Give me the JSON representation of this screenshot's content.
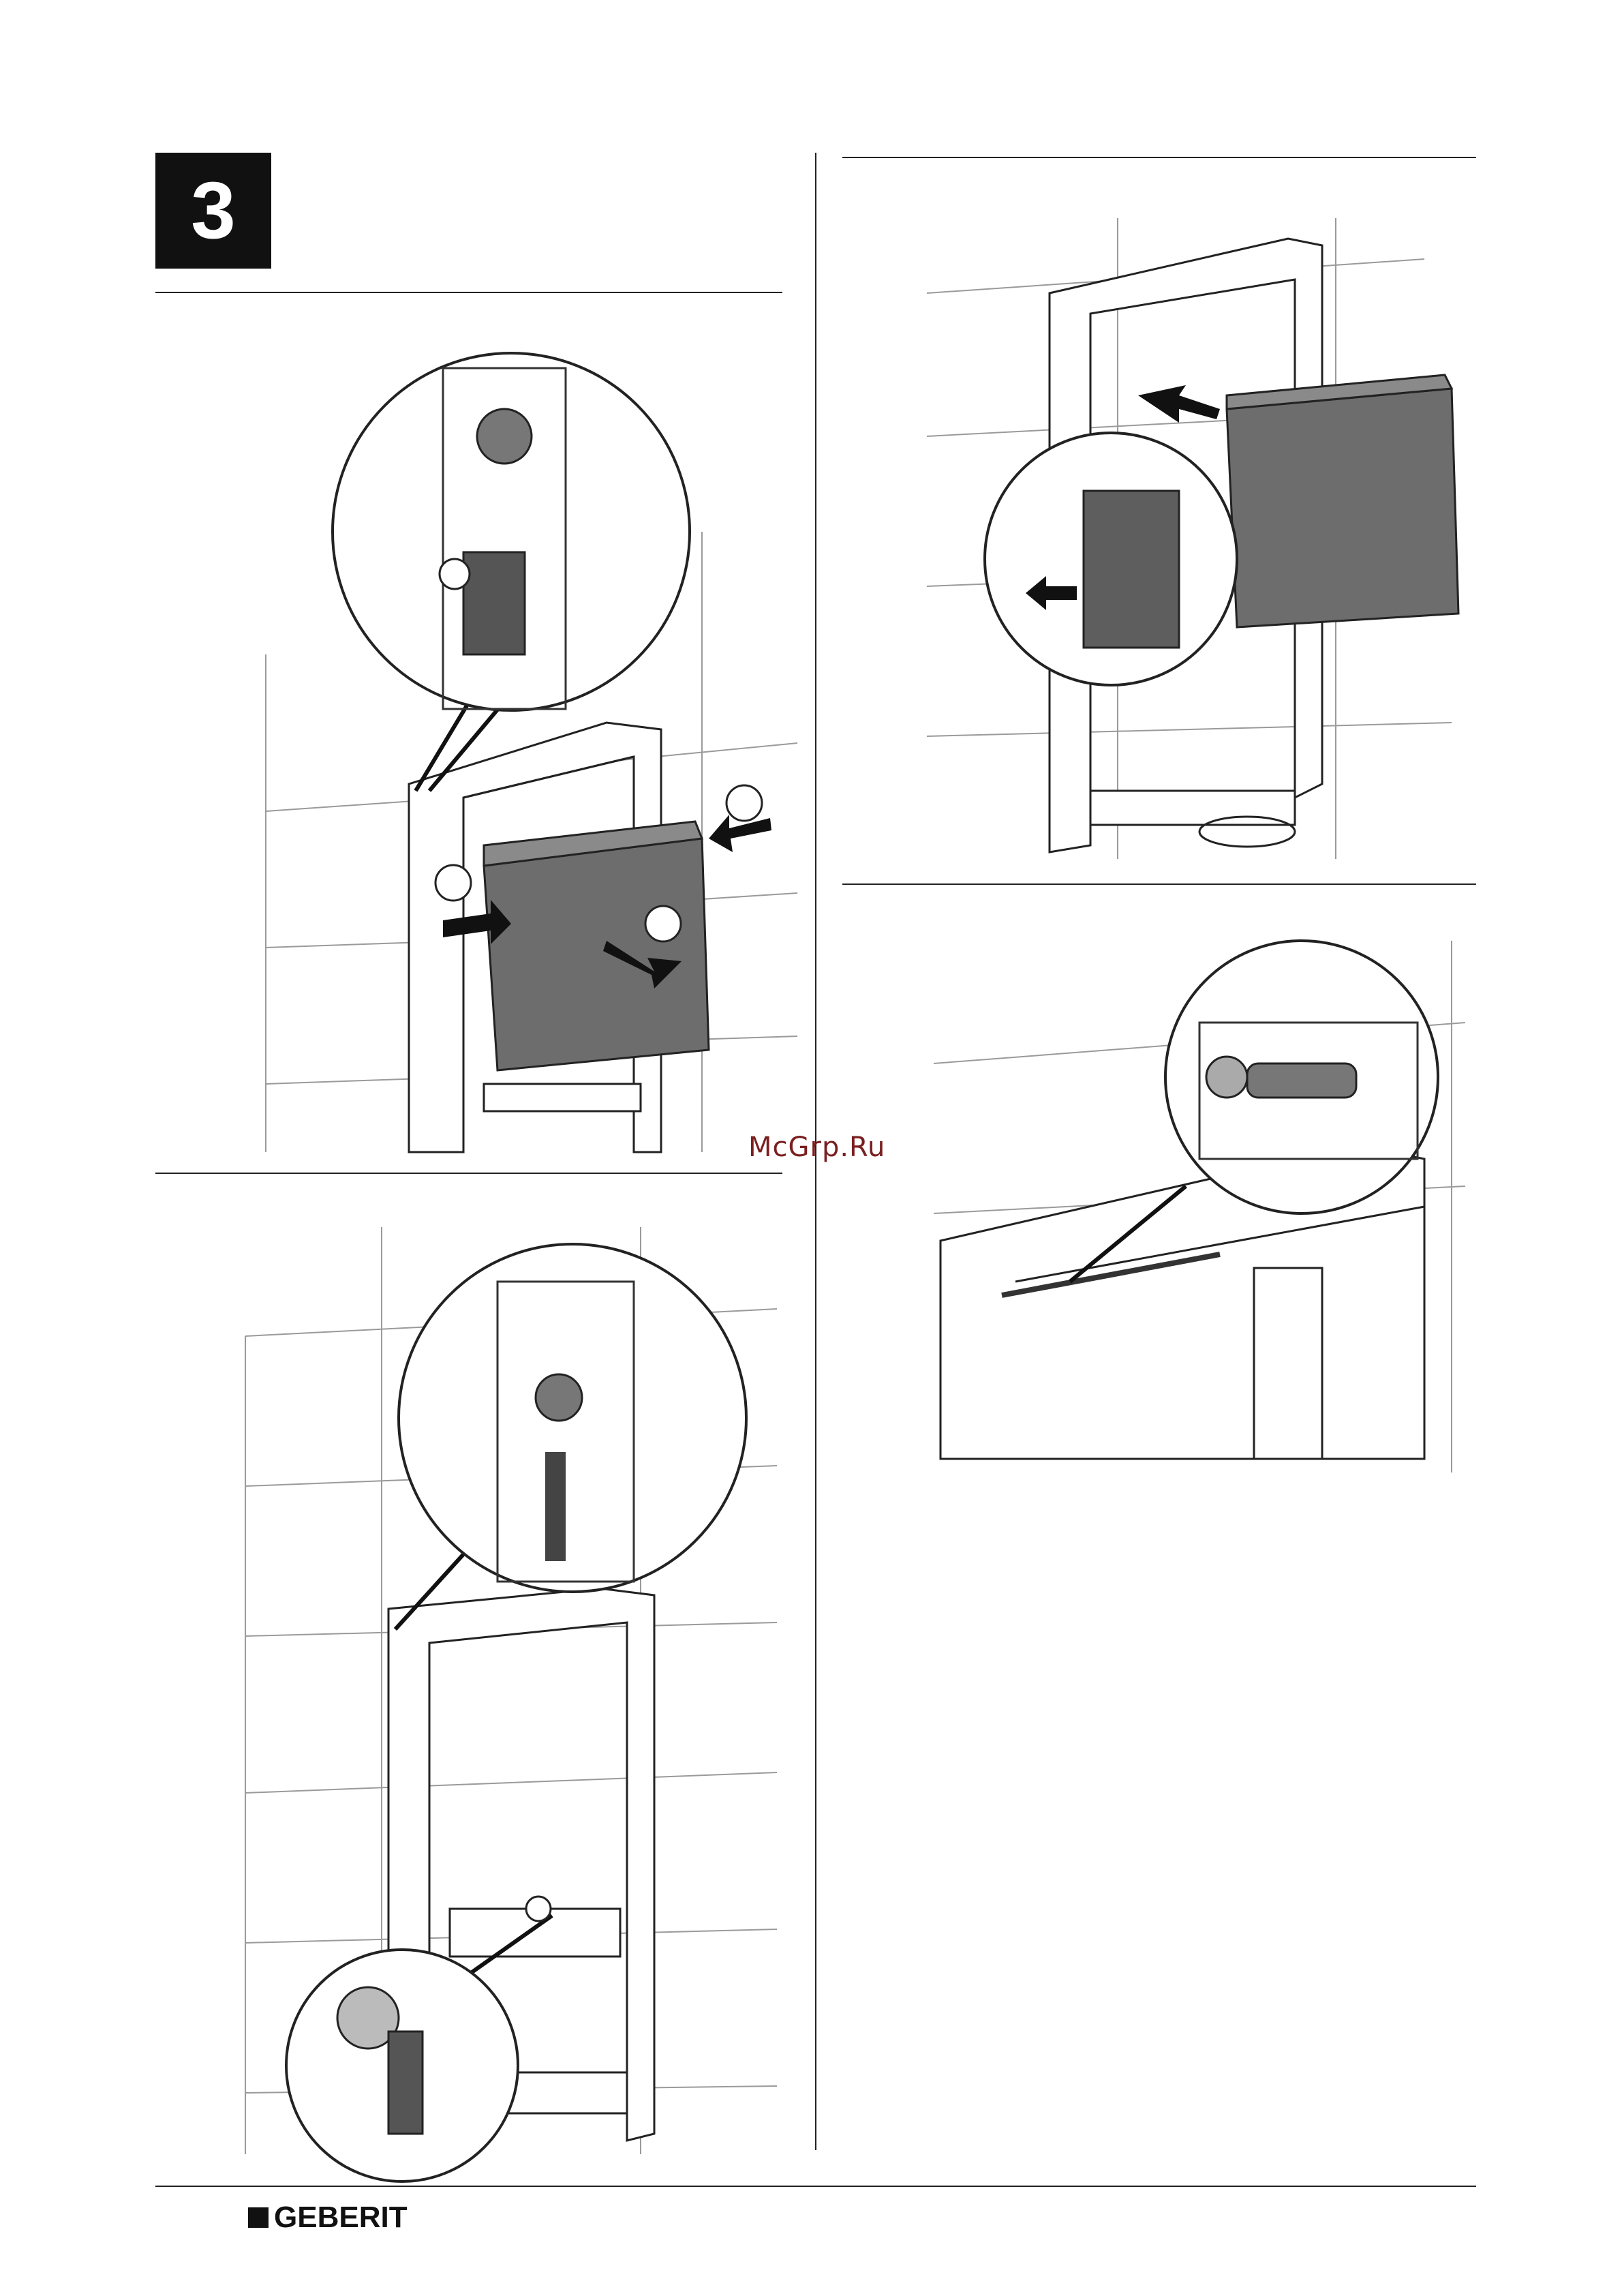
{
  "step": {
    "number": "3"
  },
  "watermark": "McGrp.Ru",
  "footer": {
    "brand": "GEBERIT"
  },
  "figures": {
    "top_left": {
      "callouts": [
        "",
        "",
        ""
      ]
    },
    "top_right": {},
    "bottom_left": {},
    "mid_right": {}
  },
  "colors": {
    "box_fill": "#6d6d6d",
    "line": "#222222",
    "grid": "#9a9a9a"
  }
}
